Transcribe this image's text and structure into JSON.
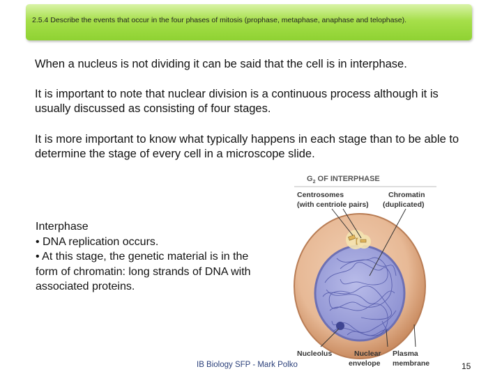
{
  "header": {
    "title": "2.5.4 Describe the events that occur in the four phases of mitosis (prophase, metaphase, anaphase and telophase)."
  },
  "paragraphs": [
    "When a nucleus is not dividing it can be said that the cell is in interphase.",
    "It is important to note that nuclear division is a continuous process although it is usually discussed as consisting of four stages.",
    "It is more important to know what typically happens in each stage than to be able to determine the stage of every cell in a microscope slide."
  ],
  "interphase": {
    "heading": "Interphase",
    "bullets": [
      "• DNA replication occurs.",
      "• At this stage, the genetic material is in the form of chromatin: long strands of DNA with associated proteins."
    ]
  },
  "figure": {
    "title": "G2 OF INTERPHASE",
    "labels": {
      "centrosomes": "Centrosomes",
      "centrosomes_sub": "(with centriole pairs)",
      "chromatin": "Chromatin",
      "chromatin_sub": "(duplicated)",
      "nucleolus": "Nucleolus",
      "nuclear": "Nuclear",
      "envelope": "envelope",
      "plasma": "Plasma",
      "membrane": "membrane"
    },
    "colors": {
      "cytoplasm": "#e7b996",
      "cell_edge": "#c98b60",
      "nucleus": "#9fa3dc",
      "chromatin": "#4f55a8",
      "centrosome": "#f4e3b0"
    }
  },
  "footer": {
    "credit": "IB Biology SFP - Mark Polko",
    "page": "15"
  }
}
